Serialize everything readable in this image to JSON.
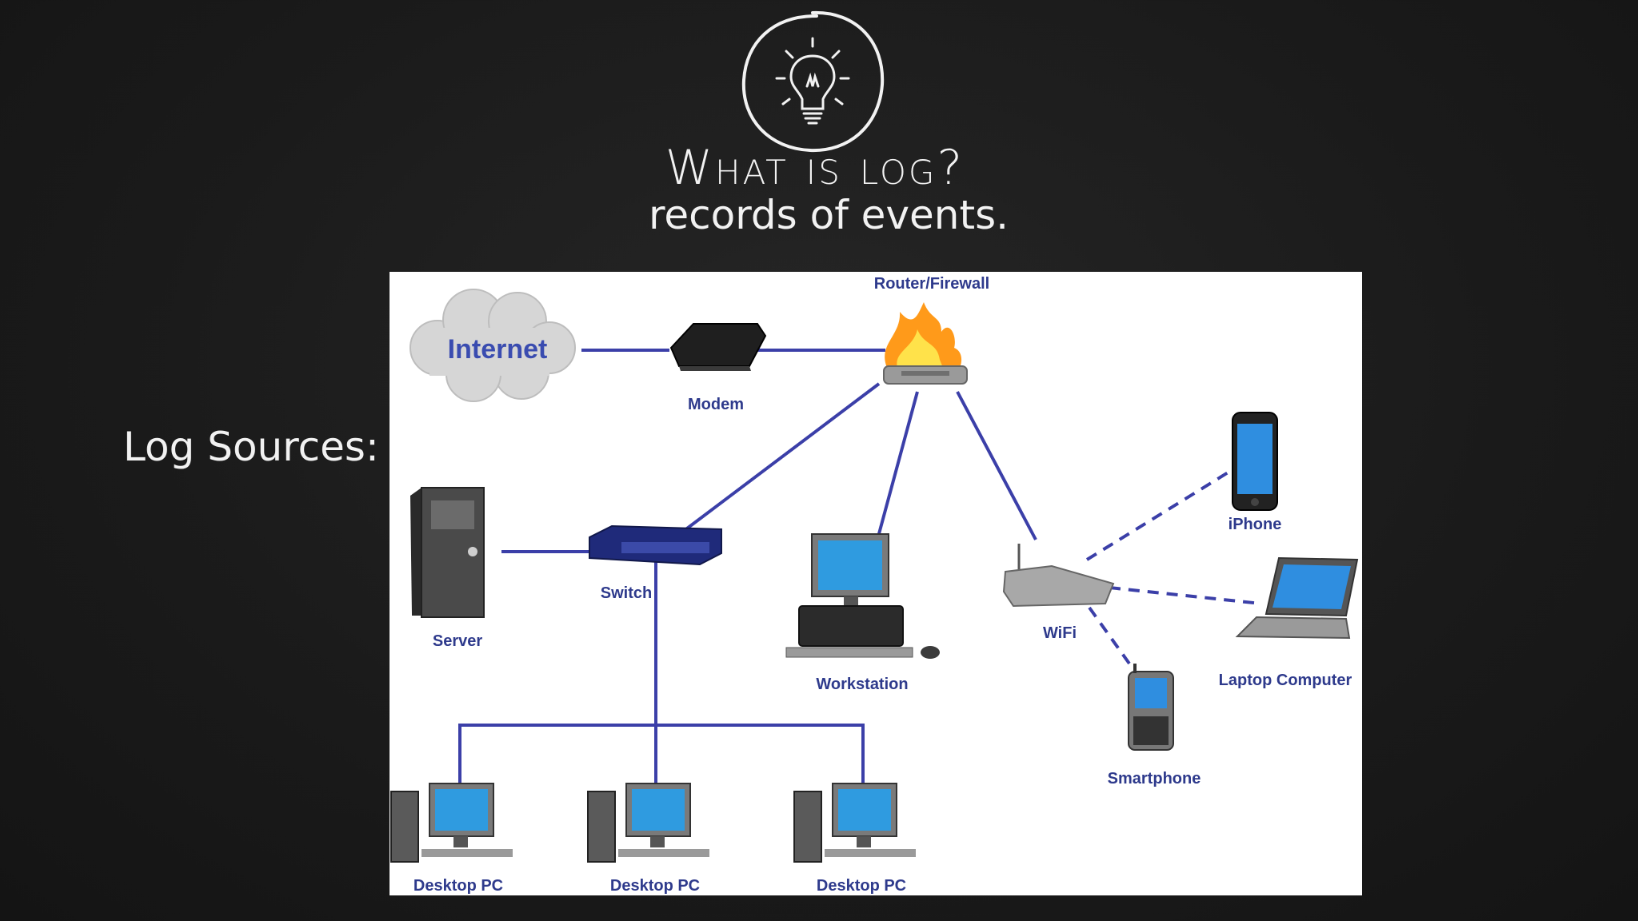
{
  "slide": {
    "title": "What is log?",
    "subtitle": "records of events.",
    "side_label": "Log Sources:"
  },
  "icon": {
    "name": "lightbulb-icon"
  },
  "diagram": {
    "cloud_label": "Internet",
    "labels": {
      "router": "Router/Firewall",
      "modem": "Modem",
      "switch": "Switch",
      "server": "Server",
      "workstation": "Workstation",
      "wifi": "WiFi",
      "iphone": "iPhone",
      "laptop": "Laptop Computer",
      "smartphone": "Smartphone",
      "desktop1": "Desktop PC",
      "desktop2": "Desktop PC",
      "desktop3": "Desktop PC"
    },
    "colors": {
      "link": "#3b3fa8",
      "label": "#2e3a8c",
      "cloud_text": "#3a4cb0"
    }
  }
}
